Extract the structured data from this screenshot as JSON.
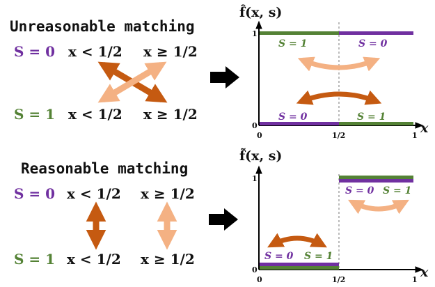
{
  "colors": {
    "purple": "#7030a0",
    "green": "#548235",
    "dark_orange": "#c55a11",
    "light_orange": "#f4b183",
    "black": "#000000"
  },
  "top": {
    "title": "Unreasonable matching",
    "s0_label": "S = 0",
    "s1_label": "S = 1",
    "cond_lt": "x < 1/2",
    "cond_ge": "x ≥ 1/2",
    "plot": {
      "ylabel": "f̂(x, s)",
      "xlabel": "x",
      "y_ticks": [
        "1",
        "0"
      ],
      "x_ticks": [
        "0",
        "1/2",
        "1"
      ],
      "seg_upper_left": "S = 1",
      "seg_upper_right": "S = 0",
      "seg_lower_left": "S = 0",
      "seg_lower_right": "S = 1"
    }
  },
  "bottom": {
    "title": "Reasonable matching",
    "s0_label": "S = 0",
    "s1_label": "S = 1",
    "cond_lt": "x < 1/2",
    "cond_ge": "x ≥ 1/2",
    "plot": {
      "ylabel": "f̃(x, s)",
      "xlabel": "x",
      "y_ticks": [
        "1",
        "0"
      ],
      "x_ticks": [
        "0",
        "1/2",
        "1"
      ],
      "seg_low_s0": "S = 0",
      "seg_low_s1": "S = 1",
      "seg_high_s0": "S = 0",
      "seg_high_s1": "S = 1"
    }
  },
  "icons": [
    "right-arrow-icon",
    "double-arrow-icon"
  ]
}
